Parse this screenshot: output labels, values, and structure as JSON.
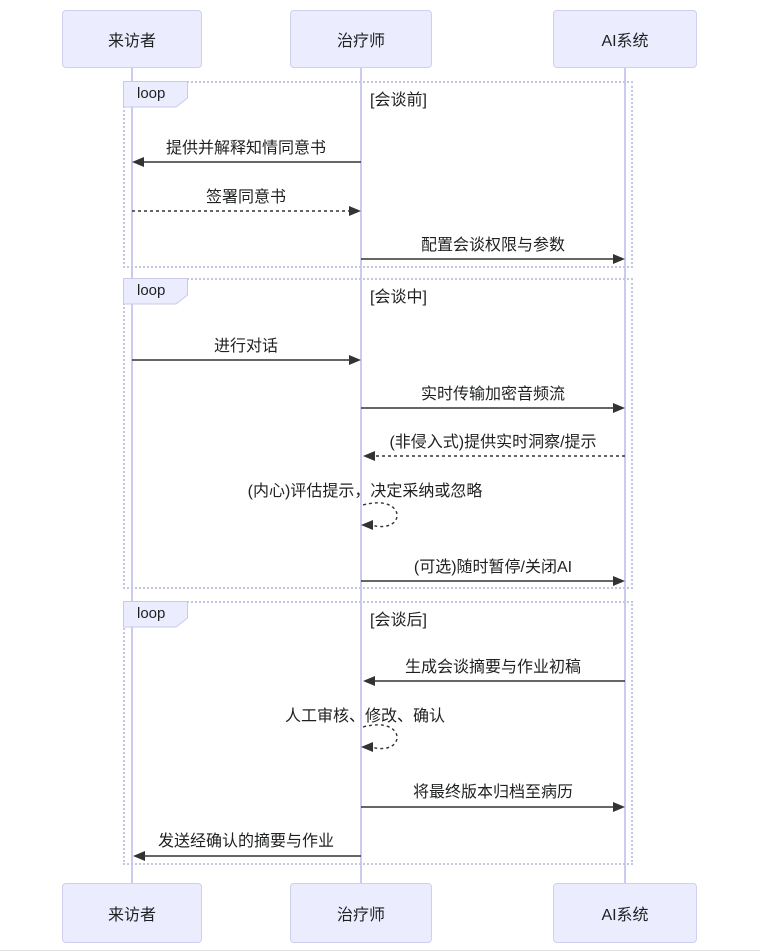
{
  "diagram": {
    "type": "sequence",
    "actors": [
      {
        "id": "visitor",
        "label": "来访者"
      },
      {
        "id": "therapist",
        "label": "治疗师"
      },
      {
        "id": "ai_system",
        "label": "AI系统"
      }
    ],
    "fragments": [
      {
        "operator": "loop",
        "condition": "[会谈前]"
      },
      {
        "operator": "loop",
        "condition": "[会谈中]"
      },
      {
        "operator": "loop",
        "condition": "[会谈后]"
      }
    ],
    "messages": [
      {
        "from": "治疗师",
        "to": "来访者",
        "style": "solid",
        "label": "提供并解释知情同意书"
      },
      {
        "from": "来访者",
        "to": "治疗师",
        "style": "dashed",
        "label": "签署同意书"
      },
      {
        "from": "治疗师",
        "to": "AI系统",
        "style": "solid",
        "label": "配置会谈权限与参数"
      },
      {
        "from": "来访者",
        "to": "治疗师",
        "style": "solid",
        "label": "进行对话"
      },
      {
        "from": "治疗师",
        "to": "AI系统",
        "style": "solid",
        "label": "实时传输加密音频流"
      },
      {
        "from": "AI系统",
        "to": "治疗师",
        "style": "dashed",
        "label": "(非侵入式)提供实时洞察/提示"
      },
      {
        "from": "治疗师",
        "to": "治疗师",
        "style": "dashed-self",
        "label": "(内心)评估提示，决定采纳或忽略"
      },
      {
        "from": "治疗师",
        "to": "AI系统",
        "style": "solid",
        "label": "(可选)随时暂停/关闭AI"
      },
      {
        "from": "AI系统",
        "to": "治疗师",
        "style": "solid",
        "label": "生成会谈摘要与作业初稿"
      },
      {
        "from": "治疗师",
        "to": "治疗师",
        "style": "dashed-self",
        "label": "人工审核、修改、确认"
      },
      {
        "from": "治疗师",
        "to": "AI系统",
        "style": "solid",
        "label": "将最终版本归档至病历"
      },
      {
        "from": "治疗师",
        "to": "来访者",
        "style": "solid",
        "label": "发送经确认的摘要与作业"
      }
    ],
    "colors": {
      "actor_fill": "#ECECFF",
      "actor_border": "#CFCFEF",
      "frame_border": "#C5C5E8",
      "lifeline": "#CBCBF0",
      "arrow": "#333333",
      "text": "#1F2020"
    }
  }
}
